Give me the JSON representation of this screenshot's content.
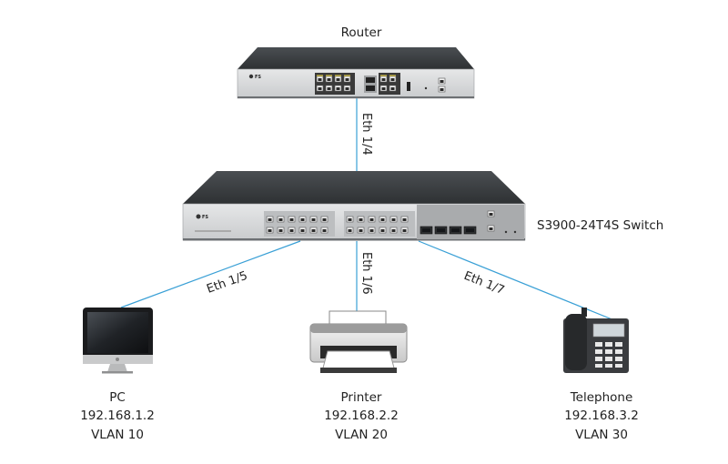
{
  "router": {
    "label": "Router"
  },
  "switch": {
    "label": "S3900-24T4S Switch",
    "brand": "FS"
  },
  "links": {
    "router_switch": "Eth 1/4",
    "switch_pc": "Eth 1/5",
    "switch_printer": "Eth 1/6",
    "switch_phone": "Eth 1/7"
  },
  "devices": {
    "pc": {
      "name": "PC",
      "ip": "192.168.1.2",
      "vlan": "VLAN 10"
    },
    "printer": {
      "name": "Printer",
      "ip": "192.168.2.2",
      "vlan": "VLAN 20"
    },
    "phone": {
      "name": "Telephone",
      "ip": "192.168.3.2",
      "vlan": "VLAN 30"
    }
  },
  "colors": {
    "link": "#3aa0d6",
    "chassis_top": "#3e4245",
    "panel": "#d6d8da"
  }
}
